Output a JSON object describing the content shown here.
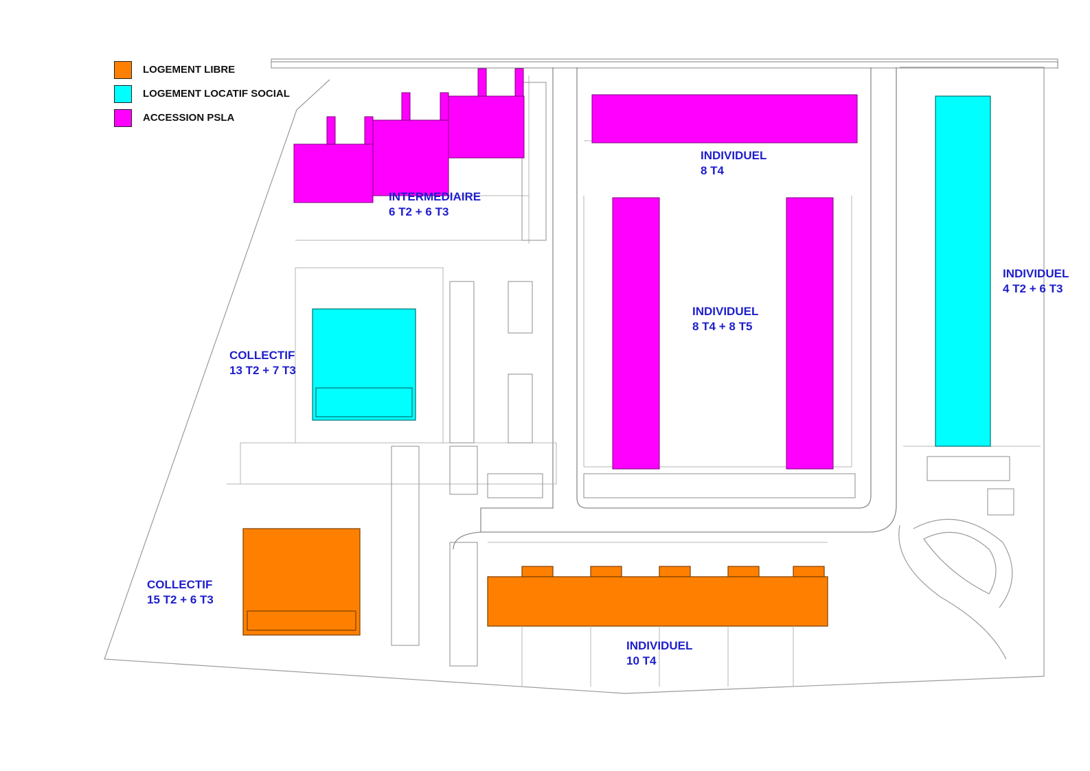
{
  "legend": [
    {
      "label": "LOGEMENT LIBRE",
      "color": "#ff8000"
    },
    {
      "label": "LOGEMENT LOCATIF SOCIAL",
      "color": "#00ffff"
    },
    {
      "label": "ACCESSION PSLA",
      "color": "#ff00ff"
    }
  ],
  "zones": {
    "intermediaire": {
      "line1": "INTERMEDIAIRE",
      "line2": "6 T2 + 6 T3"
    },
    "individuel_top": {
      "line1": "INDIVIDUEL",
      "line2": "8 T4"
    },
    "individuel_center": {
      "line1": "INDIVIDUEL",
      "line2": "8 T4 + 8 T5"
    },
    "individuel_east": {
      "line1": "INDIVIDUEL",
      "line2": "4 T2 + 6 T3"
    },
    "collectif_social": {
      "line1": "COLLECTIF",
      "line2": "13 T2 + 7 T3"
    },
    "collectif_libre": {
      "line1": "COLLECTIF",
      "line2": "15 T2 + 6 T3"
    },
    "individuel_south": {
      "line1": "INDIVIDUEL",
      "line2": "10 T4"
    }
  },
  "colors": {
    "libre": "#ff8000",
    "social": "#00ffff",
    "psla": "#ff00ff",
    "label_text": "#1d1dcc",
    "line": "#9a9a9a"
  }
}
